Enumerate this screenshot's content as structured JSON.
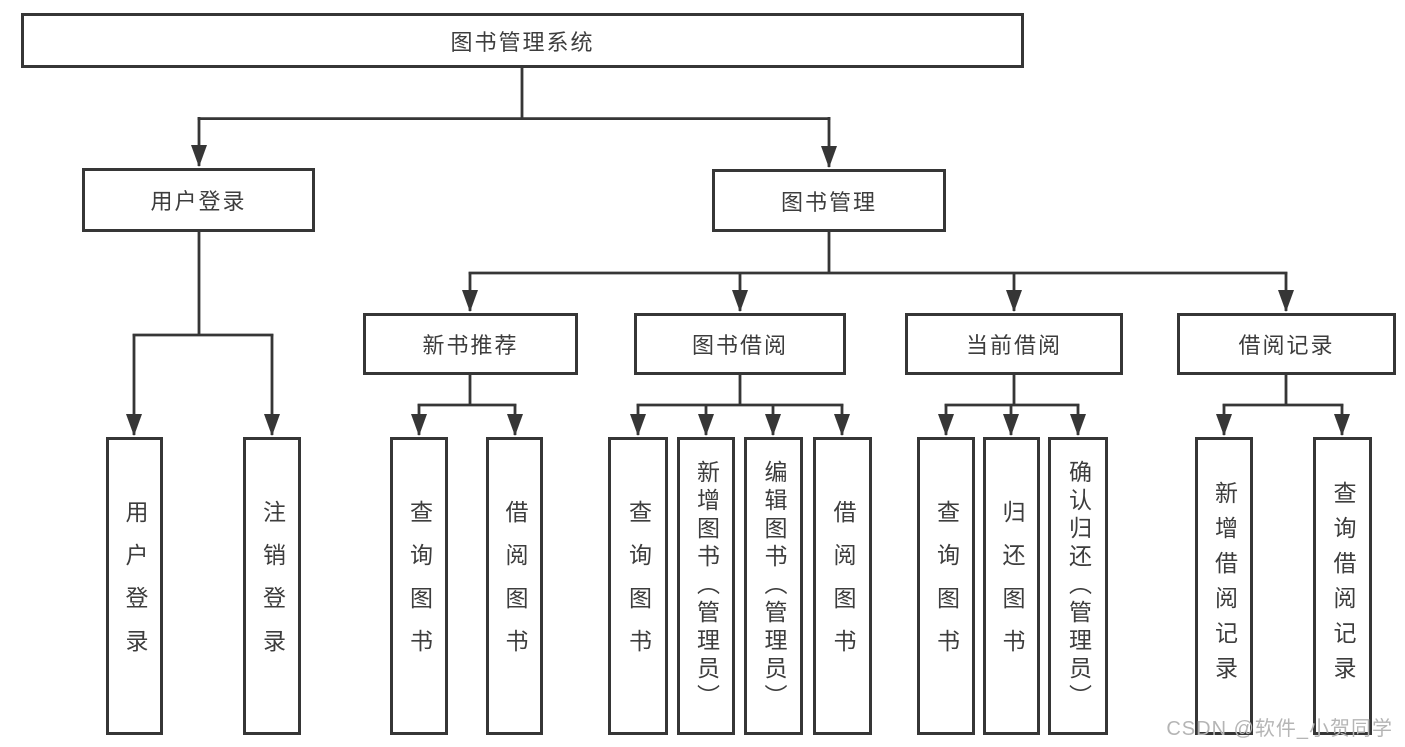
{
  "colors": {
    "line": "#363636",
    "box_border": "#363636",
    "box_background": "#ffffff",
    "text": "#3d3d3d",
    "watermark": "#b5b5b5",
    "page_background": "#ffffff"
  },
  "watermark": {
    "text": "CSDN @软件_小贺同学"
  },
  "tree": {
    "label": "图书管理系统",
    "children": [
      {
        "label": "用户登录",
        "children": [
          {
            "label": "用户登录"
          },
          {
            "label": "注销登录"
          }
        ]
      },
      {
        "label": "图书管理",
        "children": [
          {
            "label": "新书推荐",
            "children": [
              {
                "label": "查询图书"
              },
              {
                "label": "借阅图书"
              }
            ]
          },
          {
            "label": "图书借阅",
            "children": [
              {
                "label": "查询图书"
              },
              {
                "label": "新增图书（管理员）"
              },
              {
                "label": "编辑图书（管理员）"
              },
              {
                "label": "借阅图书"
              }
            ]
          },
          {
            "label": "当前借阅",
            "children": [
              {
                "label": "查询图书"
              },
              {
                "label": "归还图书"
              },
              {
                "label": "确认归还（管理员）"
              }
            ]
          },
          {
            "label": "借阅记录",
            "children": [
              {
                "label": "新增借阅记录"
              },
              {
                "label": "查询借阅记录"
              }
            ]
          }
        ]
      }
    ]
  }
}
